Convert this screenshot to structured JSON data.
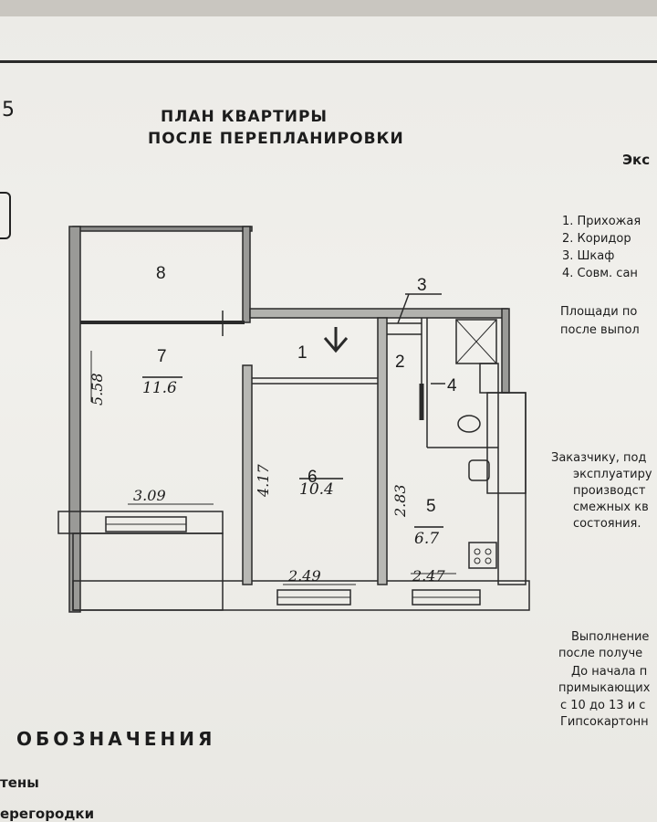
{
  "edge_mark": "5",
  "title": {
    "line1": "ПЛАН КВАРТИРЫ",
    "line2": "ПОСЛЕ ПЕРЕПЛАНИРОВКИ"
  },
  "right_column": {
    "header_fragment": "Экс",
    "rooms_legend": [
      "1. Прихожая",
      "2. Коридор",
      "3. Шкаф",
      "4. Совм. сан"
    ],
    "areas_note": [
      "Площади по",
      "после выпол"
    ],
    "customer_note": [
      "Заказчику, под",
      "эксплуатиру",
      "производст",
      "смежных кв",
      "состояния."
    ],
    "execution_note": [
      "Выполнение",
      "после получе",
      "До начала п",
      "примыкающих",
      "с 10 до 13 и с",
      "Гипсокартонн"
    ]
  },
  "legend": {
    "title": "ОБОЗНАЧЕНИЯ",
    "items": [
      "тены",
      "ерегородки"
    ]
  },
  "plan": {
    "room_numbers": {
      "r1": "1",
      "r2": "2",
      "r3": "3",
      "r4": "4",
      "r5": "5",
      "r6": "6",
      "r7": "7",
      "r8": "8"
    },
    "areas": {
      "r7": "11.6",
      "r6": "10.4",
      "r5": "6.7"
    },
    "dimensions": {
      "r7_height": "5.58",
      "r7_width": "3.09",
      "r6_height": "4.17",
      "r6_width": "2.49",
      "r5_height": "2.83",
      "r5_width": "2.47"
    }
  }
}
